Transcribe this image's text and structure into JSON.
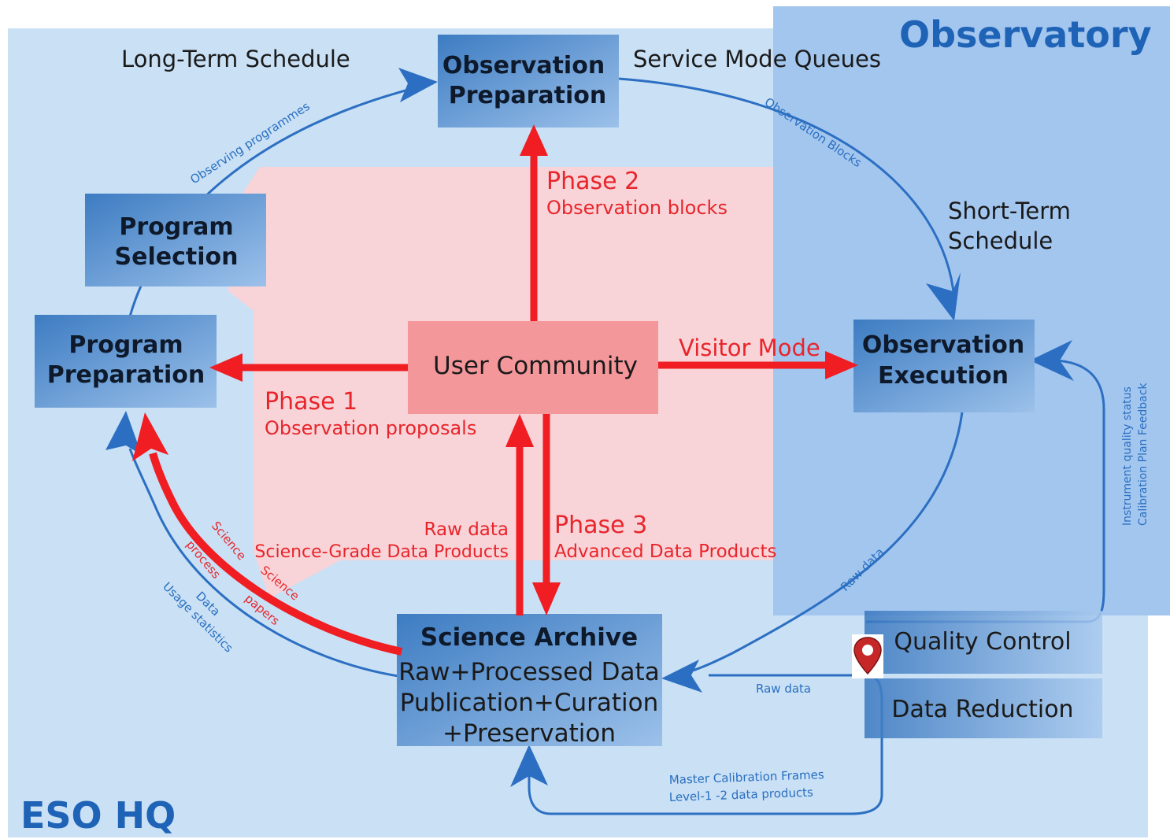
{
  "regions": {
    "observatory_title": "Observatory",
    "hq_title": "ESO HQ"
  },
  "boxes": {
    "observation_preparation": [
      "Observation",
      "Preparation"
    ],
    "program_selection": [
      "Program",
      "Selection"
    ],
    "program_preparation": [
      "Program",
      "Preparation"
    ],
    "user_community": "User Community",
    "observation_execution": [
      "Observation",
      "Execution"
    ],
    "science_archive": [
      "Science Archive",
      "Raw+Processed Data",
      "Publication+Curation",
      "+Preservation"
    ],
    "quality_control": "Quality Control",
    "data_reduction": "Data Reduction"
  },
  "labels": {
    "long_term_schedule": "Long-Term Schedule",
    "service_mode_queues": "Service Mode Queues",
    "short_term_schedule": [
      "Short-Term",
      "Schedule"
    ],
    "phase2_title": "Phase 2",
    "phase2_sub": "Observation blocks",
    "phase1_title": "Phase 1",
    "phase1_sub": "Observation proposals",
    "visitor_mode": "Visitor Mode",
    "phase3_title": "Phase 3",
    "phase3_sub": "Advanced Data Products",
    "raw_data_red": "Raw data",
    "science_grade": "Science-Grade Data Products"
  },
  "small_labels": {
    "observing_programmes": "Observing programmes",
    "observation_blocks": "Observation Blocks",
    "raw_data_right": "Raw data",
    "raw_data_bottom": "Raw data",
    "master_calibration": "Master Calibration Frames",
    "level_products": "Level-1 -2 data products",
    "instrument_quality": "Instrument quality status",
    "calibration_plan": "Calibration Plan Feedback",
    "science_process": [
      "Science",
      "process"
    ],
    "science_papers": [
      "Science",
      "papers"
    ],
    "data_usage": [
      "Data",
      "Usage statistics"
    ]
  },
  "colors": {
    "hq_bg": "#c9e0f5",
    "observatory_bg": "#a3c6ef",
    "pink_zone": "#fbd3d6",
    "box_blue": "#3f7fc4",
    "user_community_bg": "#f4979b",
    "red_arrow": "#f01d22",
    "blue_arrow": "#2c6fc2",
    "title_blue": "#1e63b6",
    "marker_red": "#c62828"
  },
  "icons": {
    "location_marker": "map-pin-icon"
  }
}
